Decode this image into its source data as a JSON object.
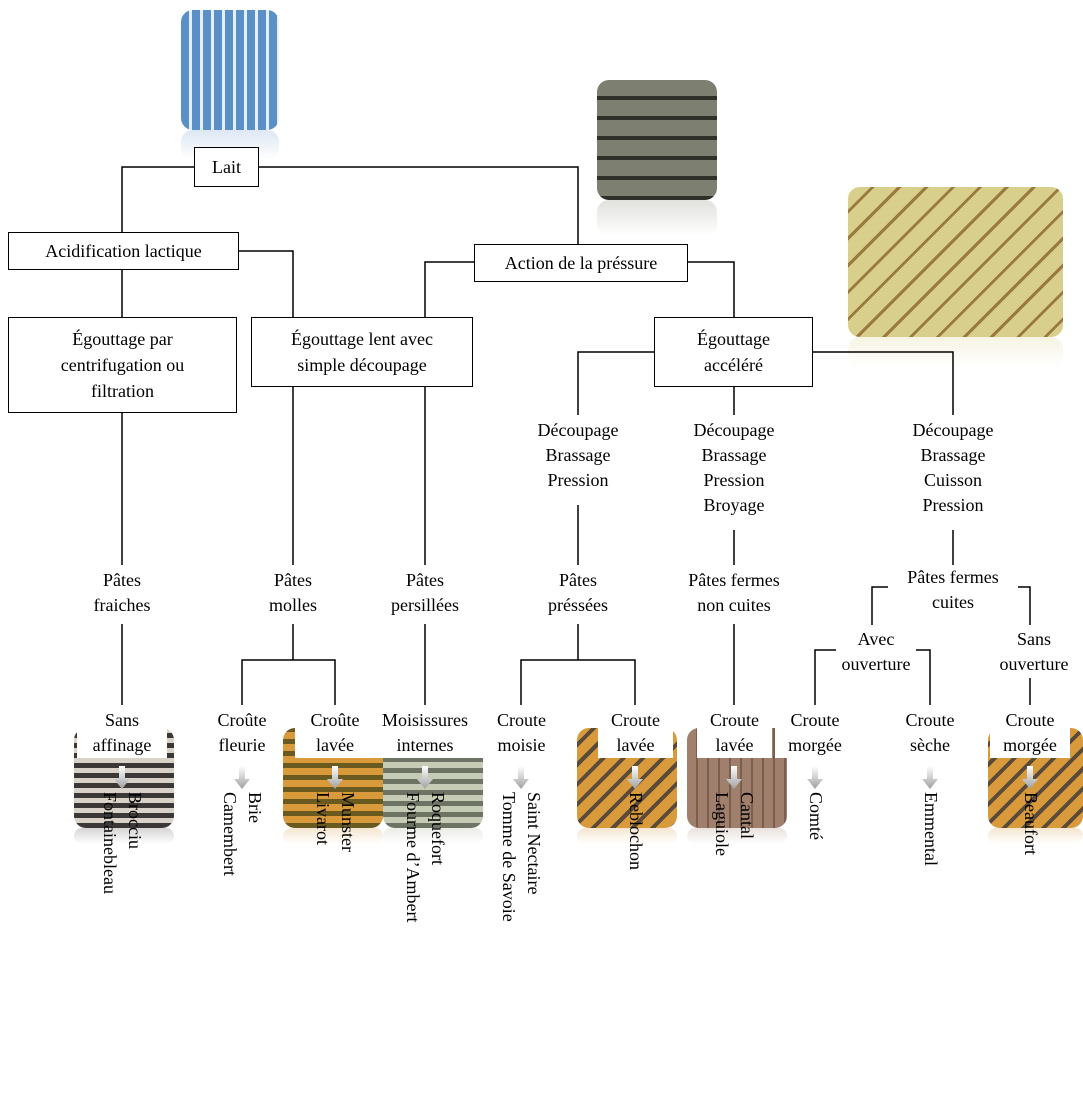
{
  "nodes": {
    "lait": "Lait",
    "acidification": "Acidification lactique",
    "pressure": "Action de la préssure",
    "egouttage_centrifugation": "Égouttage par\ncentrifugation ou\nfiltration",
    "egouttage_lent": "Égouttage lent avec\nsimple découpage",
    "egouttage_accelere": "Égouttage\naccéléré"
  },
  "steps": {
    "step1": "Découpage\nBrassage\nPression",
    "step2": "Découpage\nBrassage\nPression\nBroyage",
    "step3": "Découpage\nBrassage\nCuisson\nPression"
  },
  "pates": {
    "fraiches": "Pâtes\nfraiches",
    "molles": "Pâtes\nmolles",
    "persillees": "Pâtes\npersillées",
    "pressees": "Pâtes\npréssées",
    "fermes_non_cuites": "Pâtes fermes\nnon cuites",
    "fermes_cuites": "Pâtes fermes\ncuites"
  },
  "ouverture": {
    "avec": "Avec\nouverture",
    "sans": "Sans\nouverture"
  },
  "croutes": {
    "sans_affinage": "Sans\naffinage",
    "croute_fleurie": "Croûte\nfleurie",
    "croute_lavee_1": "Croûte\nlavée",
    "moisissures": "Moisissures\ninternes",
    "croute_moisie": "Croute\nmoisie",
    "croute_lavee_2": "Croute\nlavée",
    "croute_lavee_3": "Croute\nlavée",
    "croute_morgee_1": "Croute\nmorgée",
    "croute_seche": "Croute\nsèche",
    "croute_morgee_2": "Croute\nmorgée"
  },
  "cheeses": {
    "broccio": "Brocciu\nFontainebleau",
    "brie": "Brie\nCamembert",
    "munster": "Munster\nLivarot",
    "roquefort": "Roquefort\nFourme d’Ambert",
    "saint_nectaire": "Saint Nectaire\nTomme de Savoie",
    "reblochon": "Reblochon",
    "cantal": "Cantal\nLaguiole",
    "comte": "Comté",
    "emmental": "Emmental",
    "beaufort": "Beaufort"
  },
  "colors": {
    "line": "#000000",
    "arrow": "#b0b0b0",
    "milk": "#5b8fc7",
    "pressure_img": "#7d8070",
    "meadow": "#d8cf8c",
    "cheese_dark": "#585050",
    "cheese_orange": "#d99a3c",
    "cheese_green": "#a4ab94",
    "cheese_brown": "#a07f6c"
  }
}
